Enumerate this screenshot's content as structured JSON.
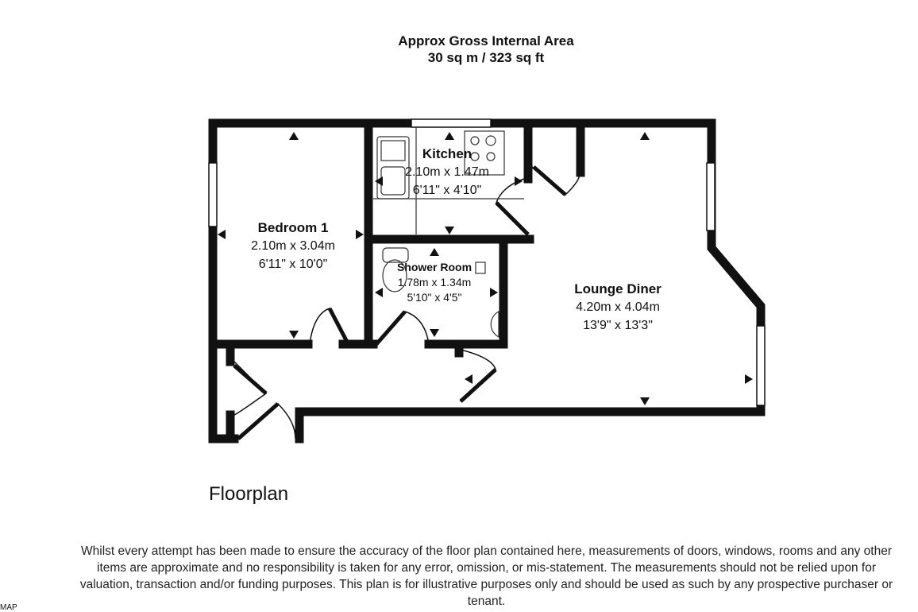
{
  "header": {
    "line1": "Approx Gross Internal Area",
    "line2": "30 sq m / 323 sq ft"
  },
  "rooms": [
    {
      "name": "Bedroom 1",
      "metric": "2.10m x 3.04m",
      "imperial": "6'11\" x 10'0\""
    },
    {
      "name": "Kitchen",
      "metric": "2.10m x 1.47m",
      "imperial": "6'11\" x 4'10\""
    },
    {
      "name": "Shower Room",
      "metric": "1.78m x 1.34m",
      "imperial": "5'10\" x 4'5\""
    },
    {
      "name": "Lounge Diner",
      "metric": "4.20m x 4.04m",
      "imperial": "13'9\" x 13'3\""
    }
  ],
  "floor_label": "Floorplan",
  "disclaimer": "Whilst every attempt has been made to ensure the accuracy of the floor plan contained here, measurements of doors, windows, rooms and any other items are approximate and no responsibility is taken for any error, omission, or mis-statement. The measurements should not be relied upon for valuation, transaction and/or funding purposes. This plan is for illustrative purposes only and should be used as such by any prospective purchaser or tenant.",
  "corner_text": "MAP"
}
